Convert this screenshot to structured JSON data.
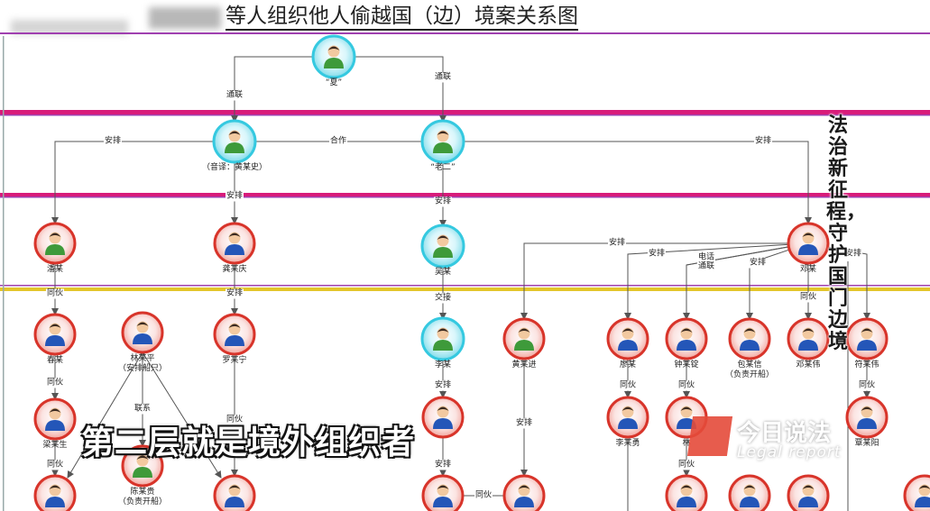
{
  "title": "等人组织他人偷越国（边）境案关系图",
  "side_banner": "法治新征程，守护国门边境",
  "subtitle": "第二层就是境外组织者",
  "watermark": {
    "name": "今日说法",
    "english": "Legal report"
  },
  "colors": {
    "magenta_band": "#d81b7a",
    "purple_line": "#a040b0",
    "yellow_line": "#e3c52b",
    "cyan_node": "#35c9e0",
    "red_node": "#d8342a",
    "edge": "#555555"
  },
  "nodes": [
    {
      "id": "xia",
      "label": "“夏”",
      "type": "cyan",
      "shirt": "green"
    },
    {
      "id": "huang",
      "label": "（音译：黄某史）",
      "type": "cyan",
      "shirt": "green"
    },
    {
      "id": "laoer",
      "label": "“老二”",
      "type": "cyan",
      "shirt": "green"
    },
    {
      "id": "pan",
      "label": "潘某",
      "type": "red",
      "shirt": "green"
    },
    {
      "id": "gong",
      "label": "龚某庆",
      "type": "red",
      "shirt": "blue"
    },
    {
      "id": "wu",
      "label": "吴某",
      "type": "cyan",
      "shirt": "green"
    },
    {
      "id": "deng",
      "label": "邓某",
      "type": "red",
      "shirt": "blue"
    },
    {
      "id": "chun",
      "label": "春某",
      "type": "red",
      "shirt": "blue"
    },
    {
      "id": "linping",
      "label": "林某平\n（安排船只）",
      "type": "red",
      "shirt": "blue"
    },
    {
      "id": "luo",
      "label": "罗某宁",
      "type": "red",
      "shirt": "blue"
    },
    {
      "id": "li",
      "label": "李某",
      "type": "cyan",
      "shirt": "green"
    },
    {
      "id": "huangjin",
      "label": "黄某进",
      "type": "red",
      "shirt": "green"
    },
    {
      "id": "liao",
      "label": "廖某",
      "type": "red",
      "shirt": "blue"
    },
    {
      "id": "zhong",
      "label": "钟某锭",
      "type": "red",
      "shirt": "blue"
    },
    {
      "id": "bao",
      "label": "包某信\n（负责开船）",
      "type": "red",
      "shirt": "blue"
    },
    {
      "id": "dengwei",
      "label": "邓某伟",
      "type": "red",
      "shirt": "blue"
    },
    {
      "id": "fu",
      "label": "符某伟",
      "type": "red",
      "shirt": "blue"
    },
    {
      "id": "liang",
      "label": "梁某生",
      "type": "red",
      "shirt": "blue"
    },
    {
      "id": "chen",
      "label": "陈某贵\n（负责开船）",
      "type": "red",
      "shirt": "green"
    },
    {
      "id": "n_li2",
      "label": "",
      "type": "red",
      "shirt": "blue"
    },
    {
      "id": "liyong",
      "label": "李某勇",
      "type": "red",
      "shirt": "blue"
    },
    {
      "id": "lin2",
      "label": "林",
      "type": "red",
      "shirt": "blue"
    },
    {
      "id": "yang",
      "label": "覃某阳",
      "type": "red",
      "shirt": "blue"
    },
    {
      "id": "b1",
      "label": "",
      "type": "red",
      "shirt": "blue"
    },
    {
      "id": "b2",
      "label": "",
      "type": "red",
      "shirt": "blue"
    },
    {
      "id": "b3",
      "label": "",
      "type": "red",
      "shirt": "blue"
    },
    {
      "id": "b4",
      "label": "",
      "type": "red",
      "shirt": "blue"
    },
    {
      "id": "b5",
      "label": "",
      "type": "red",
      "shirt": "blue"
    },
    {
      "id": "b6",
      "label": "",
      "type": "red",
      "shirt": "blue"
    },
    {
      "id": "b7",
      "label": "",
      "type": "red",
      "shirt": "blue"
    },
    {
      "id": "b8",
      "label": "",
      "type": "red",
      "shirt": "blue"
    }
  ],
  "edge_labels": [
    {
      "id": "e1",
      "text": "通联"
    },
    {
      "id": "e2",
      "text": "通联"
    },
    {
      "id": "e3",
      "text": "安排"
    },
    {
      "id": "e4",
      "text": "合作"
    },
    {
      "id": "e5",
      "text": "安排"
    },
    {
      "id": "e6",
      "text": "安排"
    },
    {
      "id": "e7",
      "text": "同伙"
    },
    {
      "id": "e8",
      "text": "安排"
    },
    {
      "id": "e9",
      "text": "交接"
    },
    {
      "id": "e10",
      "text": "安排"
    },
    {
      "id": "e11",
      "text": "安排"
    },
    {
      "id": "e12",
      "text": "电话"
    },
    {
      "id": "e13",
      "text": "通联"
    },
    {
      "id": "e14",
      "text": "安排"
    },
    {
      "id": "e15",
      "text": "安排"
    },
    {
      "id": "e16",
      "text": "同伙"
    },
    {
      "id": "e17",
      "text": "联系"
    },
    {
      "id": "e18",
      "text": "安排"
    },
    {
      "id": "e19",
      "text": "同伙"
    },
    {
      "id": "e20",
      "text": "同伙"
    },
    {
      "id": "e21",
      "text": "同伙"
    },
    {
      "id": "e22",
      "text": "安排"
    },
    {
      "id": "e23",
      "text": "安排"
    },
    {
      "id": "e24",
      "text": "同伙"
    },
    {
      "id": "e25",
      "text": "同伙"
    },
    {
      "id": "e26",
      "text": "同伙"
    },
    {
      "id": "e27",
      "text": "同伙"
    },
    {
      "id": "e28",
      "text": "同伙"
    },
    {
      "id": "e29",
      "text": "同伙"
    },
    {
      "id": "e30",
      "text": "同伙"
    },
    {
      "id": "e31",
      "text": "安排"
    },
    {
      "id": "e32",
      "text": "同伙"
    }
  ]
}
